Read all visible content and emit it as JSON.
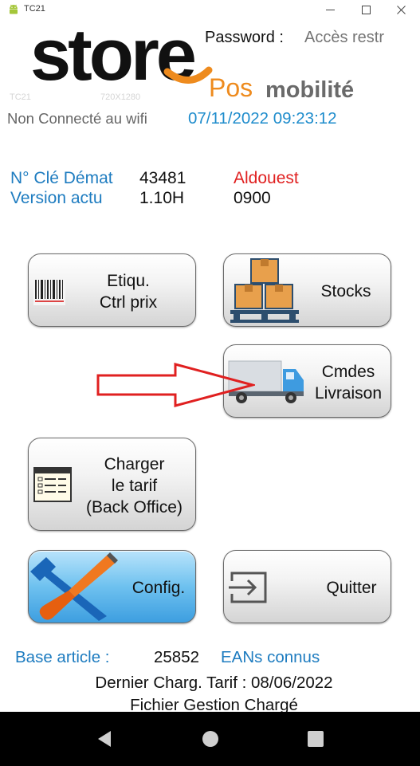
{
  "window": {
    "title": "TC21"
  },
  "header": {
    "password_label": "Password :",
    "password_placeholder": "Accès restr",
    "brand_store": "store",
    "brand_pos": "Pos",
    "brand_mobilite": "mobilité",
    "device_model": "TC21",
    "device_resolution": "720X1280",
    "wifi_status": "Non Connecté au wifi",
    "datetime": "07/11/2022 09:23:12"
  },
  "info": {
    "cle_label": "N° Clé Démat",
    "cle_value": "43481",
    "store_name": "Aldouest",
    "version_label": "Version actu",
    "version_value": "1.10H",
    "store_code": "0900"
  },
  "buttons": {
    "etiquette_line1": "Etiqu.",
    "etiquette_line2": "Ctrl prix",
    "stocks": "Stocks",
    "cmdes_line1": "Cmdes",
    "cmdes_line2": "Livraison",
    "charger_line1": "Charger",
    "charger_line2": "le tarif",
    "charger_line3": "(Back Office)",
    "config": "Config.",
    "quitter": "Quitter"
  },
  "footer": {
    "base_label": "Base article :",
    "base_value": "25852",
    "eans": "EANs connus",
    "dernier": "Dernier Charg. Tarif : 08/06/2022",
    "fichier": "Fichier Gestion Chargé"
  },
  "colors": {
    "accent_blue": "#1e7cc0",
    "datetime_blue": "#1e8ccc",
    "brand_orange": "#ee8b1e",
    "alert_red": "#e02020"
  },
  "icons": {
    "app": "android-icon",
    "etiquette": "barcode-icon",
    "stocks": "boxes-pallet-icon",
    "cmdes": "delivery-truck-icon",
    "charger": "price-list-icon",
    "config": "tools-icon",
    "quitter": "exit-icon",
    "annotation": "red-arrow-icon"
  }
}
